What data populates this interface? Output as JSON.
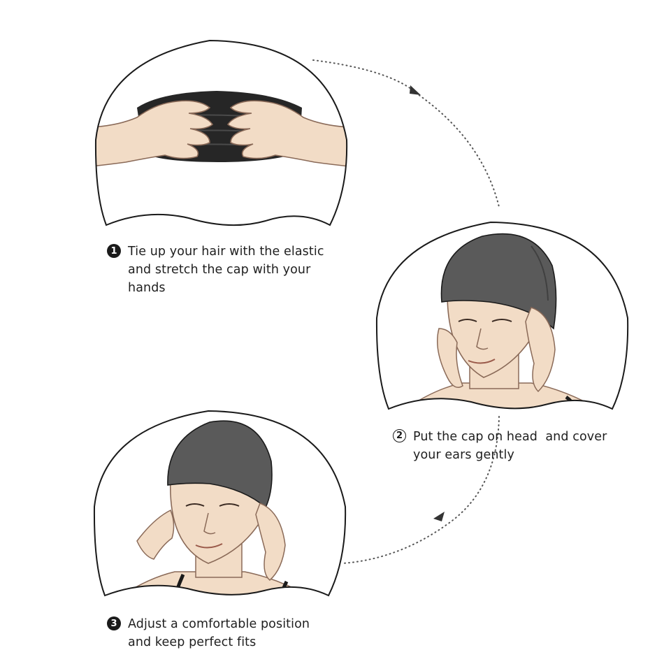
{
  "steps": [
    {
      "number": "1",
      "lines": [
        "Tie up your hair with the elastic",
        "and stretch the cap with your",
        "hands"
      ]
    },
    {
      "number": "2",
      "lines": [
        "Put the cap on head  and cover",
        "your ears gently"
      ]
    },
    {
      "number": "3",
      "lines": [
        "Adjust a comfortable position",
        "and keep perfect fits"
      ]
    }
  ],
  "colors": {
    "outline": "#1a1a1a",
    "cap": "#5a5a5a",
    "cap_dark": "#262626",
    "skin": "#f2dcc6",
    "skin_line": "#8a6a58",
    "flow_arrow": "#555555"
  },
  "illustrations": [
    {
      "step": "1",
      "subject": "hands-stretching-cap"
    },
    {
      "step": "2",
      "subject": "woman-putting-on-cap"
    },
    {
      "step": "3",
      "subject": "woman-adjusting-cap"
    }
  ]
}
